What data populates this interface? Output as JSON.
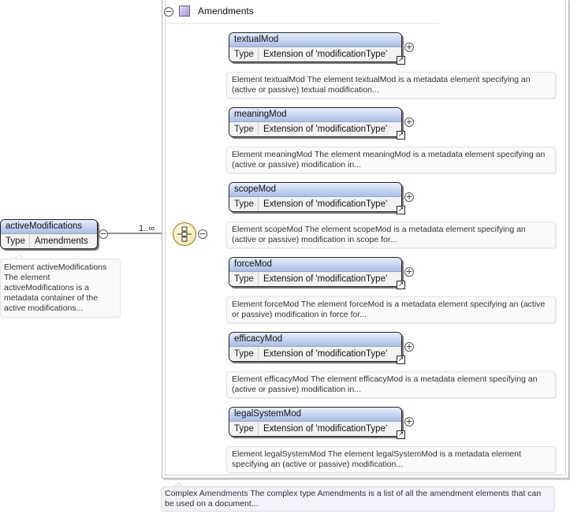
{
  "group": {
    "title": "Amendments",
    "collapse_symbol": "−"
  },
  "root": {
    "name": "activeModifications",
    "type_label": "Type",
    "type_value": "Amendments",
    "collapse_symbol": "−",
    "description": "Element activeModifications The element activeModifications is a metadata container of the active modifications..."
  },
  "connector": {
    "multiplicity": "1..∞",
    "collapse_symbol": "−"
  },
  "children": [
    {
      "name": "textualMod",
      "type_label": "Type",
      "type_value": "Extension of 'modificationType'",
      "description": "Element textualMod The element textualMod is a metadata element specifying an (active or passive) textual modification..."
    },
    {
      "name": "meaningMod",
      "type_label": "Type",
      "type_value": "Extension of 'modificationType'",
      "description": "Element meaningMod The element meaningMod is a metadata element specifying an (active or passive) modification in..."
    },
    {
      "name": "scopeMod",
      "type_label": "Type",
      "type_value": "Extension of 'modificationType'",
      "description": "Element scopeMod The element scopeMod is a metadata element specifying an (active or passive) modification in scope for..."
    },
    {
      "name": "forceMod",
      "type_label": "Type",
      "type_value": "Extension of 'modificationType'",
      "description": "Element forceMod The element forceMod is a metadata element specifying an (active or passive) modification in force for..."
    },
    {
      "name": "efficacyMod",
      "type_label": "Type",
      "type_value": "Extension of 'modificationType'",
      "description": "Element efficacyMod The element efficacyMod is a metadata element specifying an (active or passive) modification in..."
    },
    {
      "name": "legalSystemMod",
      "type_label": "Type",
      "type_value": "Extension of 'modificationType'",
      "description": "Element legalSystemMod The element legalSystemMod is a metadata element specifying an (active or passive) modification..."
    }
  ],
  "expand_symbol": "+",
  "link_symbol": "↗",
  "complex_type": {
    "description": "Complex Amendments The complex type Amendments is a list of all the amendment elements that can be used on a document..."
  }
}
